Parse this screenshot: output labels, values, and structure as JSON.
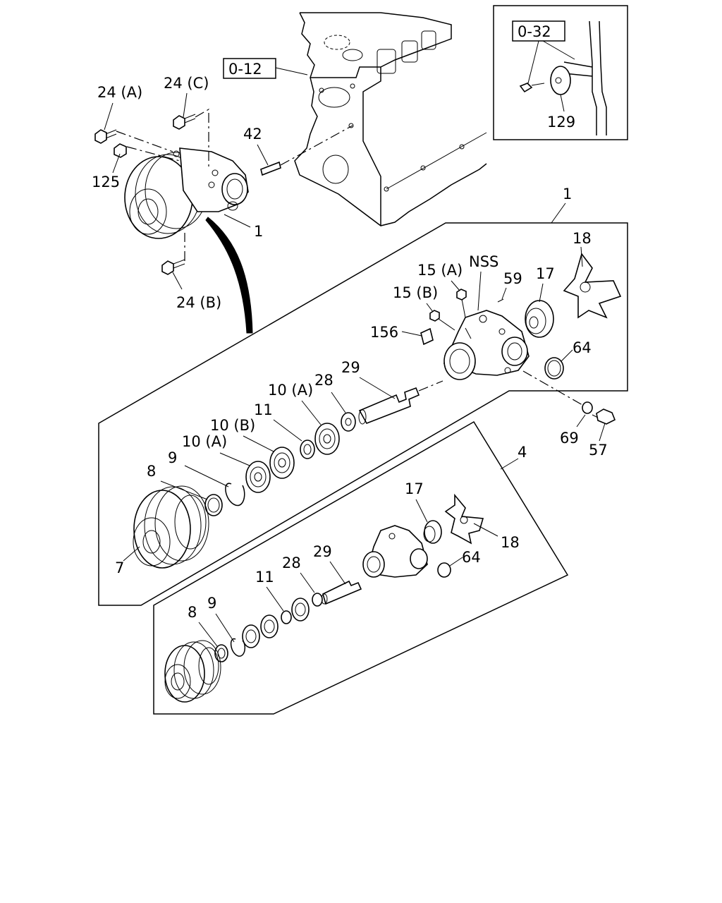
{
  "labels": {
    "ref_0_12": "0-12",
    "ref_0_32": "0-32",
    "p129": "129",
    "p24a": "24 (A)",
    "p24c": "24 (C)",
    "p125": "125",
    "p42": "42",
    "p1_top": "1",
    "p24b": "24 (B)",
    "p1_box": "1",
    "p18_top": "18",
    "nss": "NSS",
    "p15a": "15 (A)",
    "p59": "59",
    "p17_top": "17",
    "p15b": "15 (B)",
    "p156": "156",
    "p64_top": "64",
    "p29_top": "29",
    "p28_top": "28",
    "p10a_upper": "10 (A)",
    "p11_top": "11",
    "p10b": "10 (B)",
    "p10a_lower": "10 (A)",
    "p9_top": "9",
    "p8_top": "8",
    "p7": "7",
    "p69": "69",
    "p57": "57",
    "p4": "4",
    "p17_low": "17",
    "p18_low": "18",
    "p64_low": "64",
    "p29_low": "29",
    "p28_low": "28",
    "p11_low": "11",
    "p9_low": "9",
    "p8_low": "8"
  }
}
